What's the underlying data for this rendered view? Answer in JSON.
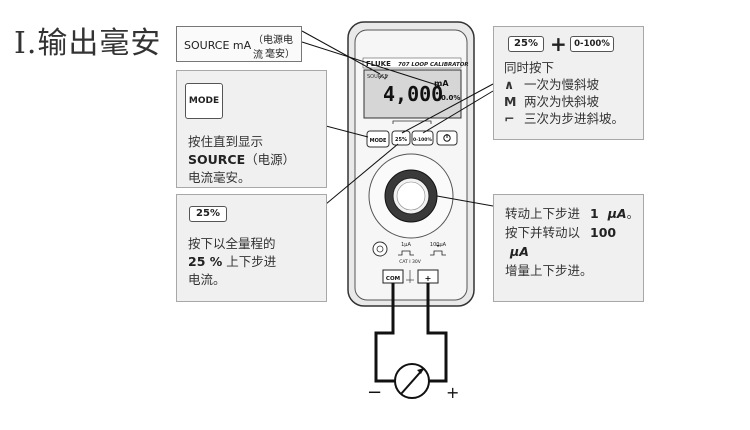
{
  "title": "I.输出毫安",
  "source_box": {
    "label_main": "SOURCE mA",
    "label_sub1": "（电源电流",
    "label_sub2": "毫安）"
  },
  "mode_panel": {
    "button": "MODE",
    "line1": "按住直到显示",
    "line2_bold": "SOURCE",
    "line2_rest": "（电源）",
    "line3": "电流毫安。"
  },
  "range_panel": {
    "button": "25%",
    "line1": "按下以全量程的",
    "line2_bold": "25 %",
    "line2_rest": " 上下步进",
    "line3": "电流。"
  },
  "ramp_panel": {
    "button_a": "25%",
    "plus": "+",
    "button_b": "0-100%",
    "header": "同时按下",
    "items": [
      {
        "glyph": "∧",
        "text": "一次为慢斜坡"
      },
      {
        "glyph": "M",
        "text": "两次为快斜坡"
      },
      {
        "glyph": "⌐",
        "text": "三次为步进斜坡。"
      }
    ]
  },
  "knob_panel": {
    "line1_pre": "转动上下步进",
    "line1_val": "1",
    "line1_unit": "µA",
    "line2_pre": "按下并转动以",
    "line2_val": "100",
    "line2_unit": "µA",
    "line3": "增量上下步进。"
  },
  "device": {
    "brand": "FLUKE",
    "model": "707 LOOP CALIBRATOR",
    "lcd_tag_source": "SOURCE",
    "lcd_reading": "4,000",
    "lcd_unit": "mA",
    "lcd_pct": "0.0%",
    "btn_mode": "MODE",
    "btn_25": "25%",
    "btn_0100": "0-100%",
    "lbl_1ua": "1µA",
    "lbl_100ua": "100µA",
    "lbl_cat": "CAT I 30V",
    "lbl_com": "COM",
    "lbl_plus": "+"
  },
  "circuit": {
    "minus": "−",
    "plus": "+"
  }
}
